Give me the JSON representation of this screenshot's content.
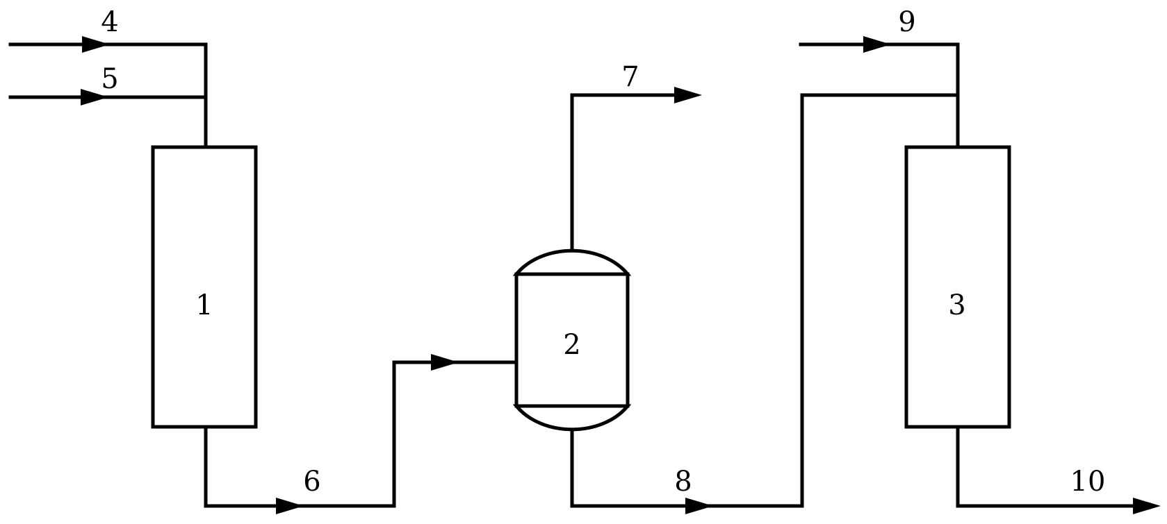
{
  "diagram": {
    "units": {
      "unit_1": "1",
      "unit_2": "2",
      "unit_3": "3"
    },
    "streams": {
      "s4": "4",
      "s5": "5",
      "s6": "6",
      "s7": "7",
      "s8": "8",
      "s9": "9",
      "s10": "10"
    },
    "colors": {
      "line": "#000000",
      "background": "#ffffff"
    }
  }
}
